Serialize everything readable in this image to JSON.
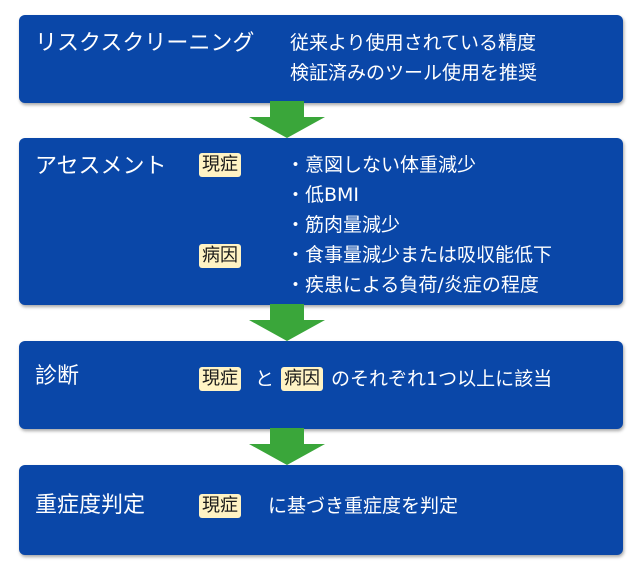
{
  "colors": {
    "box": "#0a47a8",
    "arrow": "#3aa63a",
    "tag_bg": "#fff3c4"
  },
  "screening": {
    "title": "リスクスクリーニング",
    "desc_line1": "従来より使用されている精度",
    "desc_line2": "検証済みのツール使用を推奨"
  },
  "assessment": {
    "title": "アセスメント",
    "tag_phenotype": "現症",
    "tag_etiology": "病因",
    "items": [
      "・意図しない体重減少",
      "・低BMI",
      "・筋肉量減少",
      "・食事量減少または吸収能低下",
      "・疾患による負荷/炎症の程度"
    ]
  },
  "diagnosis": {
    "title": "診断",
    "tag_phenotype": "現症",
    "connector": "と",
    "tag_etiology": "病因",
    "rest": "のそれぞれ1つ以上に該当"
  },
  "severity": {
    "title": "重症度判定",
    "tag_phenotype": "現症",
    "rest": "に基づき重症度を判定"
  }
}
